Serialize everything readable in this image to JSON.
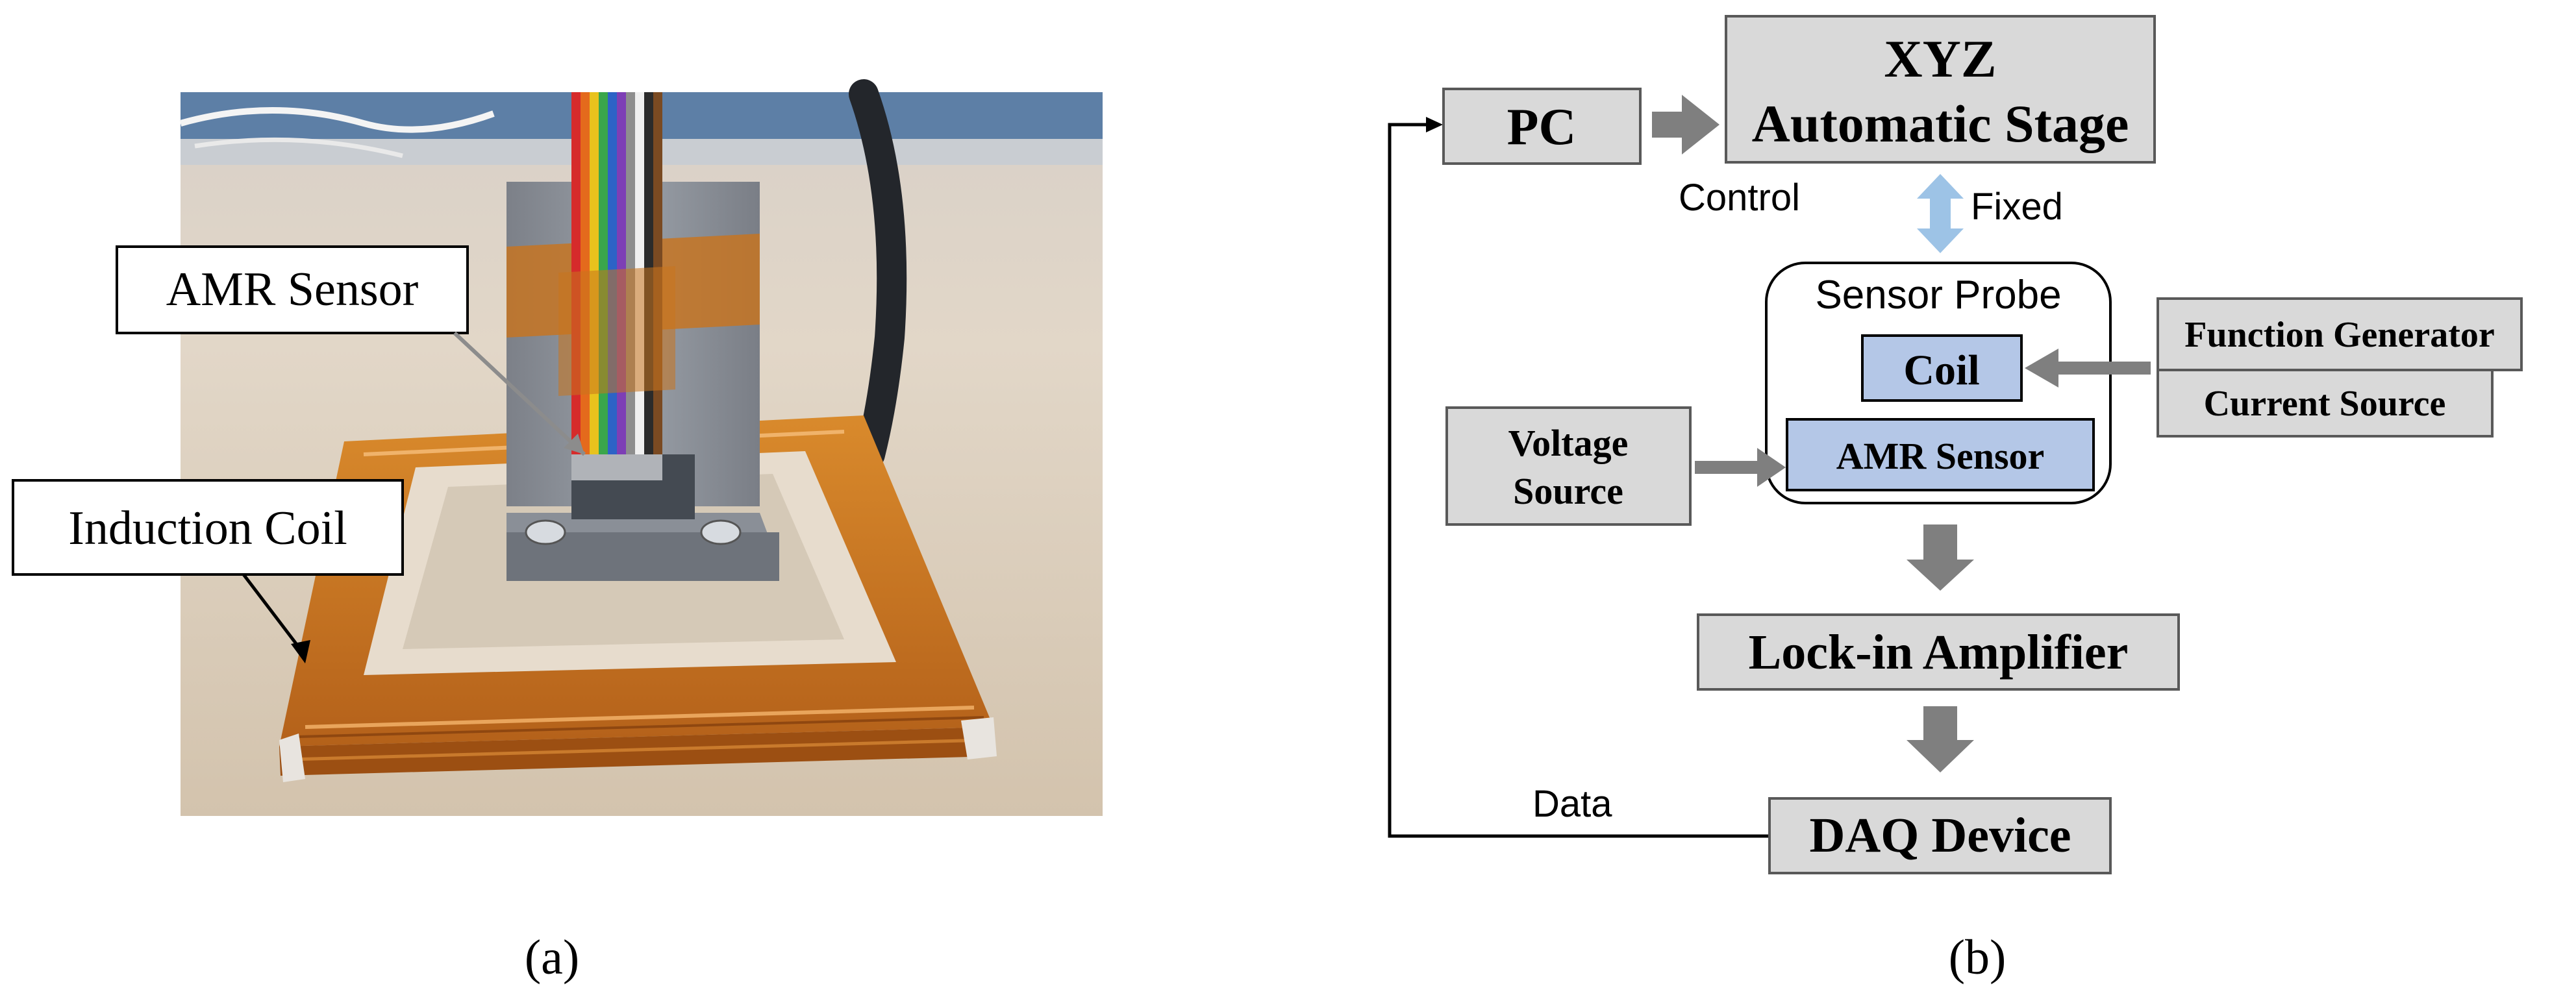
{
  "panel_a": {
    "callouts": {
      "amr_sensor": "AMR Sensor",
      "induction_coil": "Induction Coil"
    },
    "caption": "(a)"
  },
  "panel_b": {
    "blocks": {
      "pc": "PC",
      "xyz_stage_line1": "XYZ",
      "xyz_stage_line2": "Automatic Stage",
      "sensor_probe": "Sensor Probe",
      "coil": "Coil",
      "amr_sensor": "AMR Sensor",
      "voltage_source_line1": "Voltage",
      "voltage_source_line2": "Source",
      "function_generator": "Function Generator",
      "current_source": "Current Source",
      "lock_in_amplifier": "Lock-in Amplifier",
      "daq_device": "DAQ Device"
    },
    "edge_labels": {
      "control": "Control",
      "fixed": "Fixed",
      "data": "Data"
    },
    "caption": "(b)"
  },
  "colors": {
    "gray_box": "#d9d9d9",
    "blue_box": "#b4c7e7",
    "arrow_gray": "#7f7f7f",
    "arrow_blue": "#9dc3e6",
    "kapton": "#c8741e"
  }
}
